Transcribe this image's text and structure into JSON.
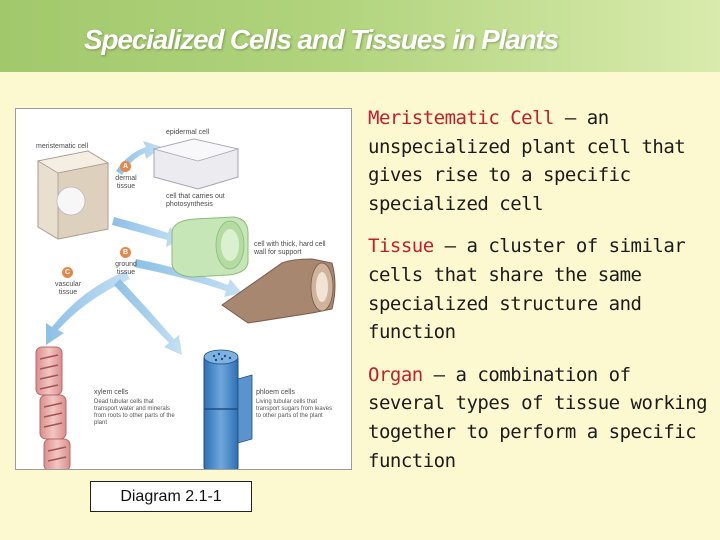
{
  "slide": {
    "title": "Specialized Cells and Tissues in Plants",
    "colors": {
      "title_bar": "#a2c86c",
      "background": "#fcf8cf",
      "term": "#c0202a",
      "badge": "#e4884a"
    }
  },
  "diagram": {
    "labels": {
      "meristematic_cell": "meristematic cell",
      "epidermal_cell": "epidermal cell",
      "dermal_tissue": "dermal tissue",
      "photosynthesis_cell": "cell that carries out photosynthesis",
      "ground_tissue": "ground tissue",
      "support_cell": "cell with thick, hard cell wall for support",
      "vascular_tissue": "vascular tissue",
      "xylem_cells": "xylem cells",
      "xylem_desc": "Dead tubular cells that transport water and minerals from roots to other parts of the plant",
      "phloem_cells": "phloem cells",
      "phloem_desc": "Living tubular cells that transport sugars from leaves to other parts of the plant"
    },
    "badges": {
      "a": "A",
      "b": "B",
      "c": "C"
    },
    "caption": "Diagram 2.1-1"
  },
  "definitions": [
    {
      "term": "Meristematic Cell",
      "text": " – an unspecialized plant cell that gives rise to a specific specialized cell"
    },
    {
      "term": "Tissue",
      "text": " – a cluster of similar cells that share the same specialized structure and function"
    },
    {
      "term": "Organ",
      "text": " – a combination of several types of tissue working together to perform a specific function"
    }
  ]
}
